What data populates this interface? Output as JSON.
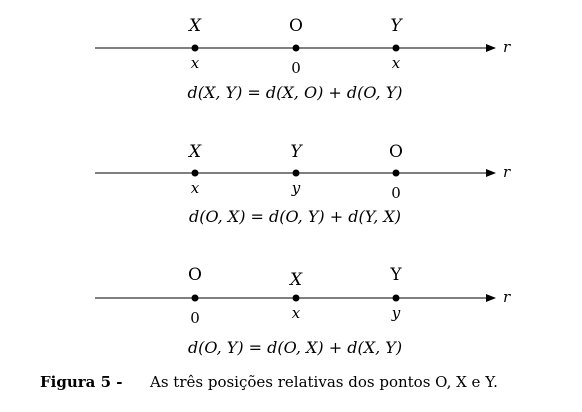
{
  "lines": [
    {
      "points": [
        {
          "top": "X",
          "top_italic": true,
          "bottom": "x",
          "bottom_italic": true
        },
        {
          "top": "O",
          "top_italic": false,
          "bottom": "0",
          "bottom_italic": false
        },
        {
          "top": "Y",
          "top_italic": true,
          "bottom": "x",
          "bottom_italic": true
        }
      ],
      "axis_label": "r",
      "equation": "d(X, Y) = d(X, O) + d(O, Y)"
    },
    {
      "points": [
        {
          "top": "X",
          "top_italic": true,
          "bottom": "x",
          "bottom_italic": true
        },
        {
          "top": "Y",
          "top_italic": true,
          "bottom": "y",
          "bottom_italic": true
        },
        {
          "top": "O",
          "top_italic": false,
          "bottom": "0",
          "bottom_italic": false
        }
      ],
      "axis_label": "r",
      "equation": "d(O, X) = d(O, Y) + d(Y, X)"
    },
    {
      "points": [
        {
          "top": "O",
          "top_italic": false,
          "bottom": "0",
          "bottom_italic": false
        },
        {
          "top": "X",
          "top_italic": true,
          "bottom": "x",
          "bottom_italic": true
        },
        {
          "top": "Y",
          "top_italic": false,
          "bottom": "y",
          "bottom_italic": true
        }
      ],
      "axis_label": "r",
      "equation": "d(O, Y) = d(O, X) + d(X, Y)"
    }
  ],
  "caption": {
    "label": "Figura 5 -",
    "text": "As três posições relativas dos pontos O, X e Y."
  }
}
